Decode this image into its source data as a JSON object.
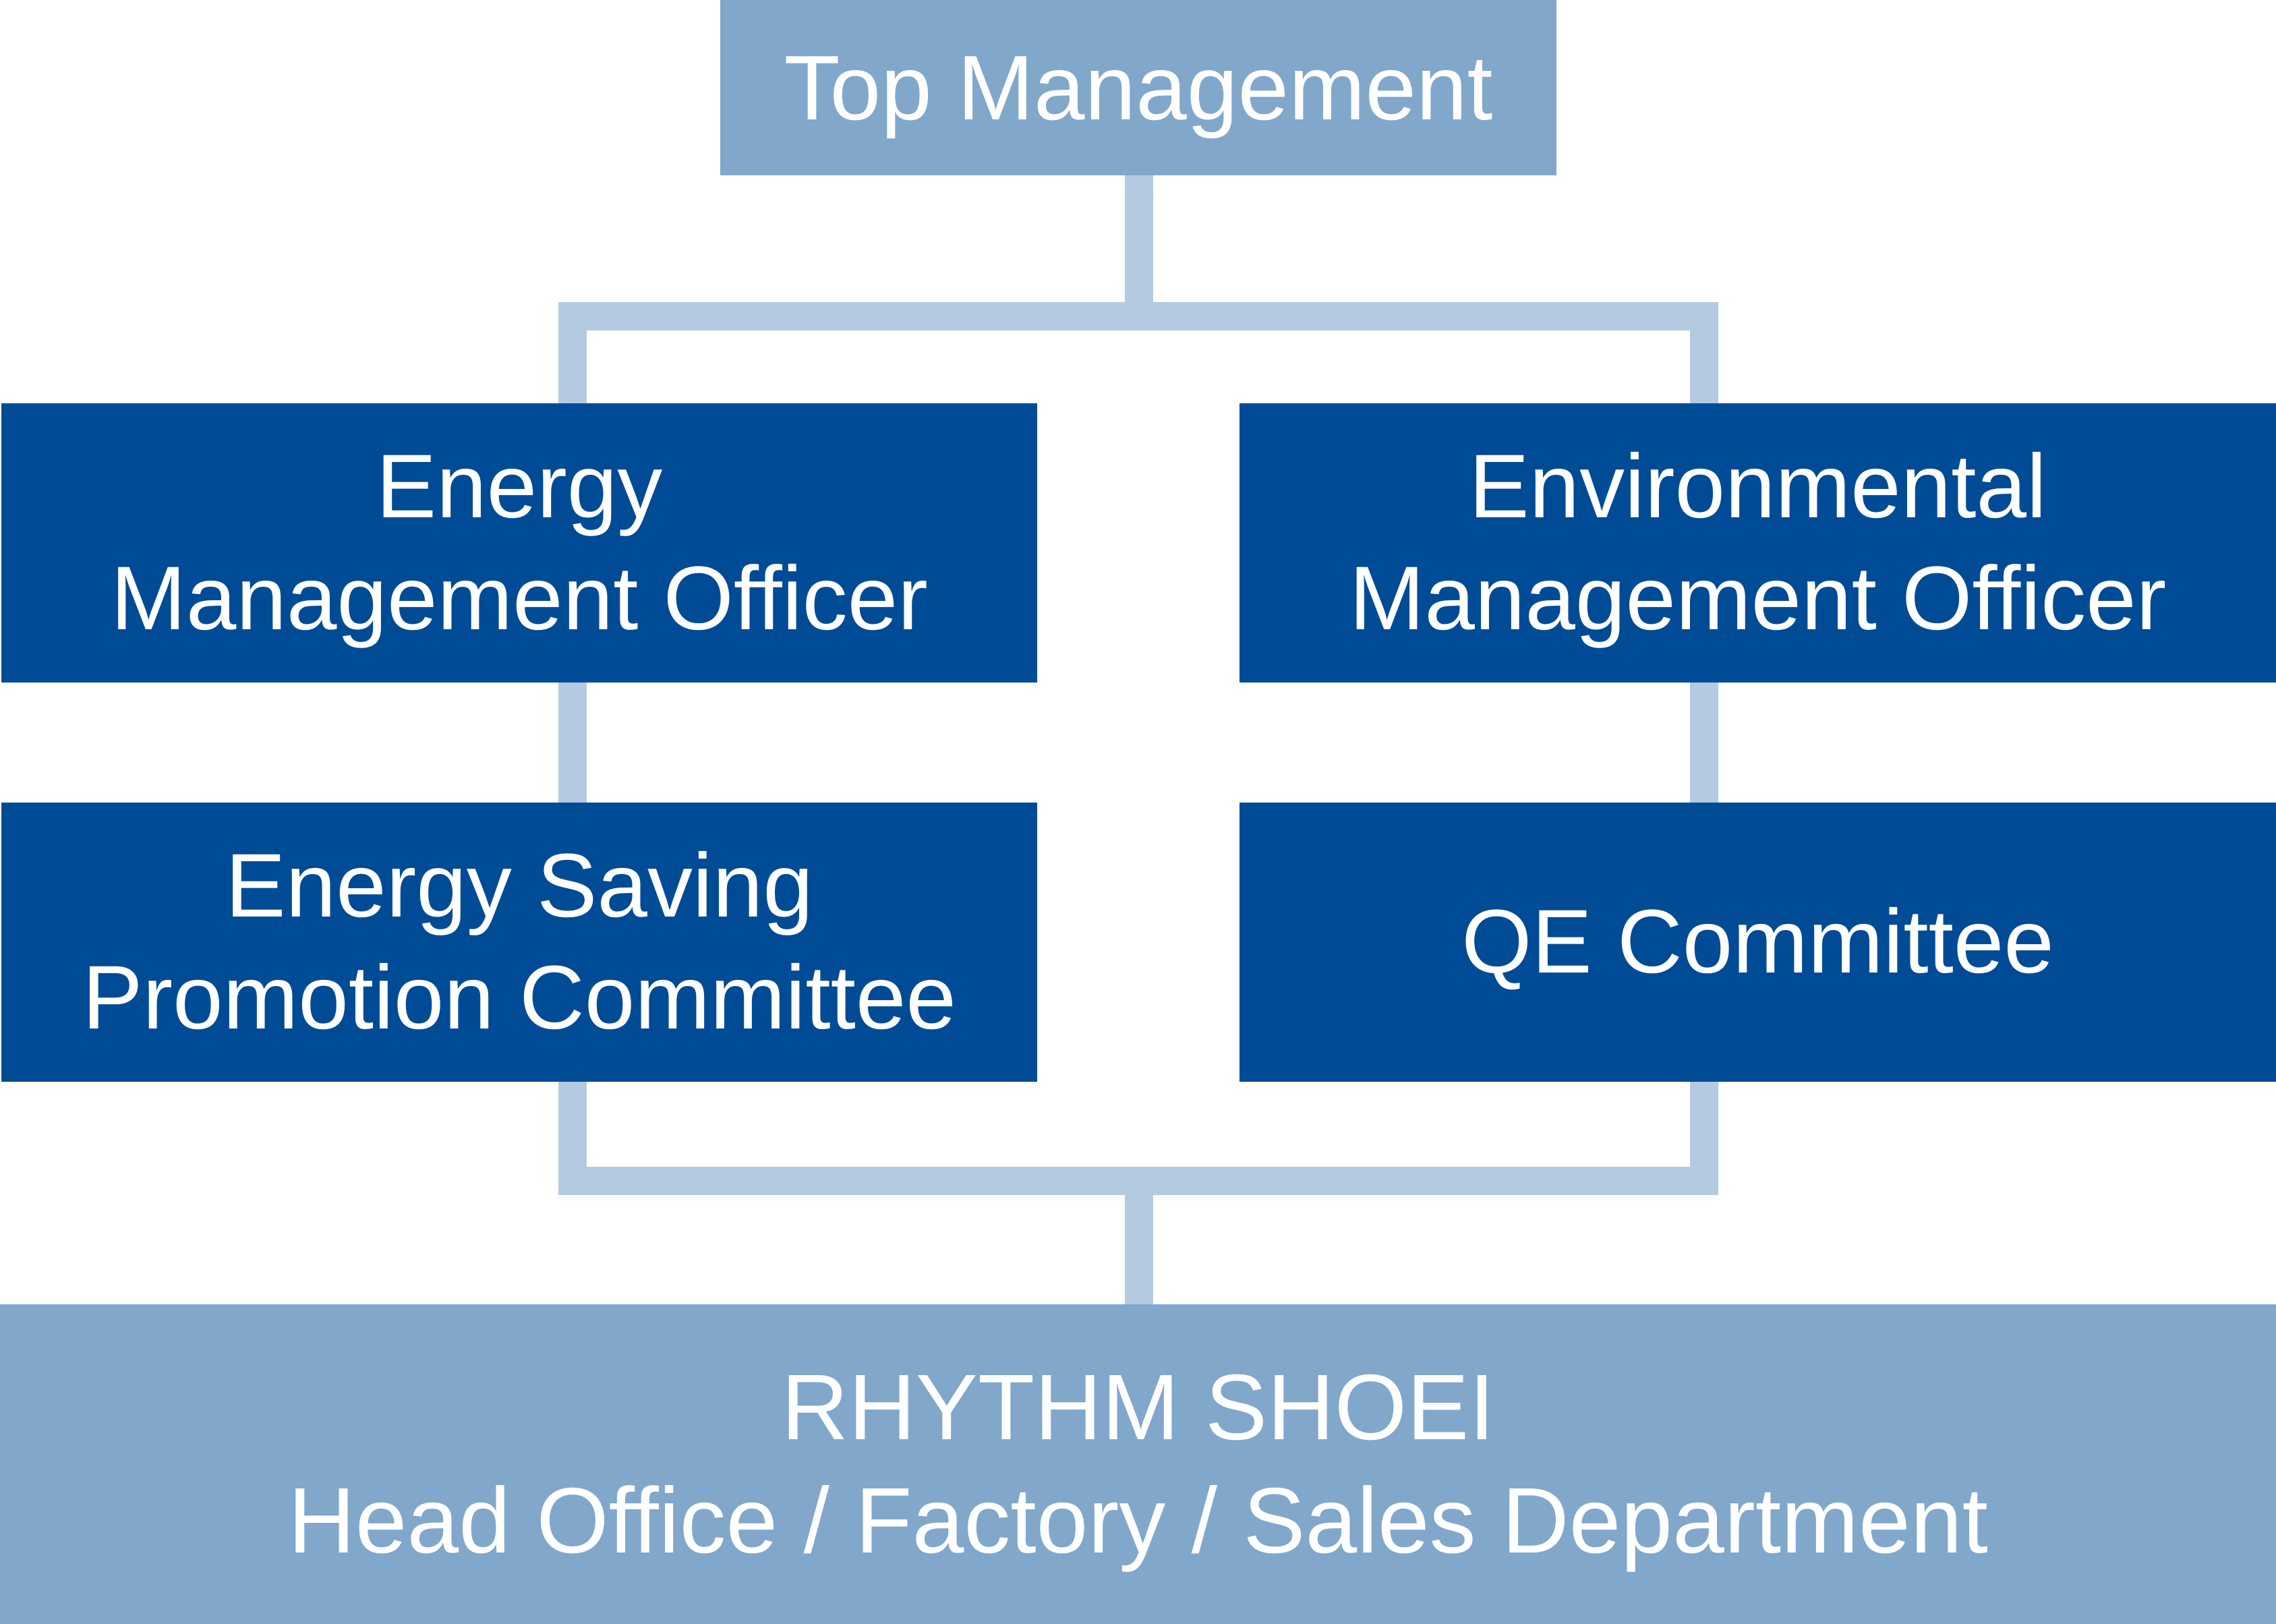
{
  "diagram": {
    "top": {
      "label": "Top Management"
    },
    "left_column": {
      "officer": {
        "line1": "Energy",
        "line2": "Management Officer"
      },
      "committee": {
        "line1": "Energy Saving",
        "line2": "Promotion Committee"
      }
    },
    "right_column": {
      "officer": {
        "line1": "Environmental",
        "line2": "Management Officer"
      },
      "committee": {
        "line1": "QE Committee"
      }
    },
    "bottom": {
      "line1": "RHYTHM SHOEI",
      "line2": "Head Office / Factory / Sales Department"
    },
    "colors": {
      "light_box": "#81a7cb",
      "dark_box": "#004b96",
      "connector": "#b3cae1",
      "text": "#ffffff"
    }
  }
}
